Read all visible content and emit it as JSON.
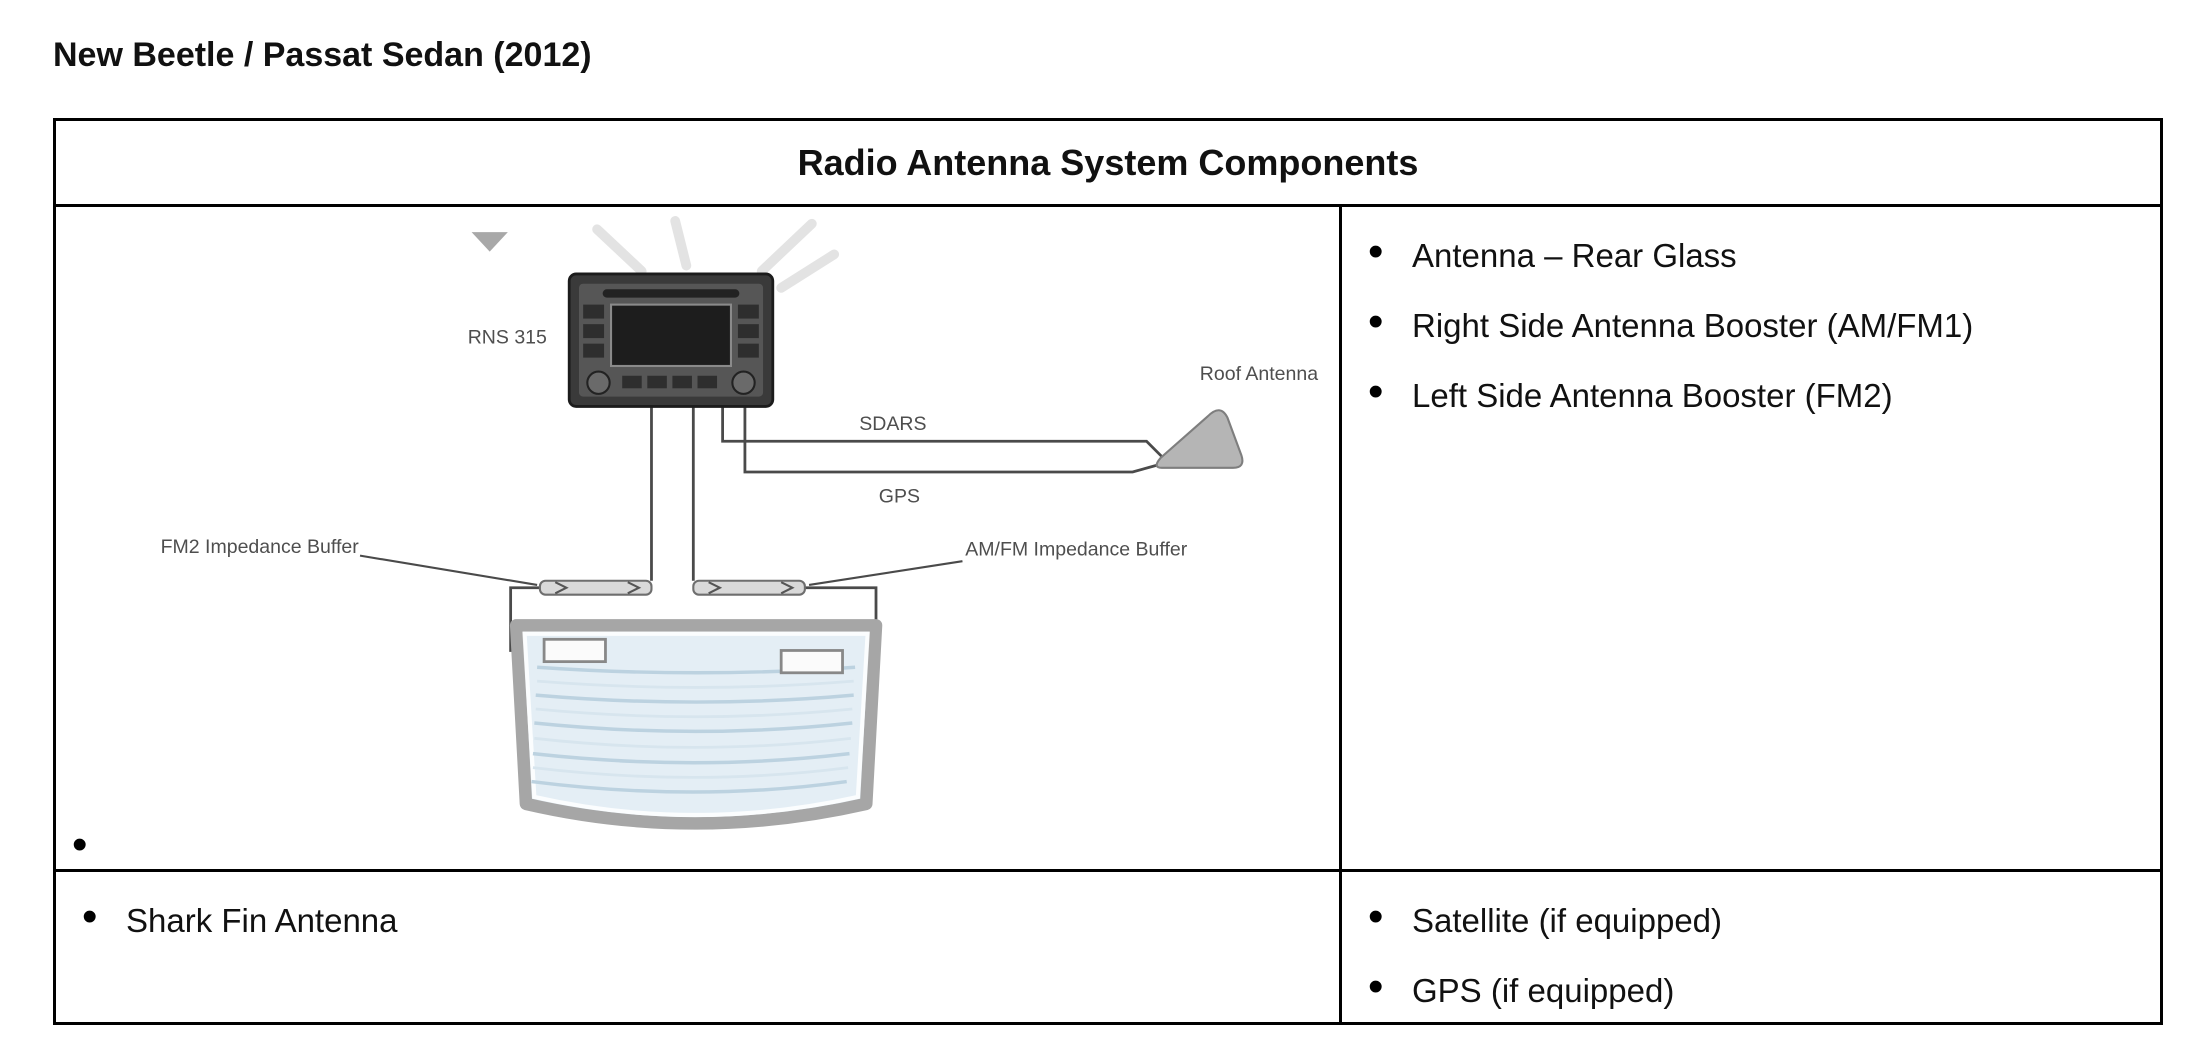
{
  "page": {
    "title": "New Beetle / Passat Sedan (2012)"
  },
  "table": {
    "header": "Radio Antenna System Components",
    "diagram": {
      "radio_label": "RNS 315",
      "roof_antenna_label": "Roof Antenna",
      "sdars_label": "SDARS",
      "gps_label": "GPS",
      "fm2_buffer_label": "FM2 Impedance Buffer",
      "amfm_buffer_label": "AM/FM Impedance Buffer",
      "empty_bullet": "•"
    },
    "components_right": [
      "Antenna – Rear Glass",
      "Right Side Antenna Booster (AM/FM1)",
      "Left Side Antenna Booster (FM2)"
    ],
    "bottom_left": [
      "Shark Fin Antenna"
    ],
    "bottom_right": [
      "Satellite (if equipped)",
      "GPS (if equipped)"
    ]
  }
}
